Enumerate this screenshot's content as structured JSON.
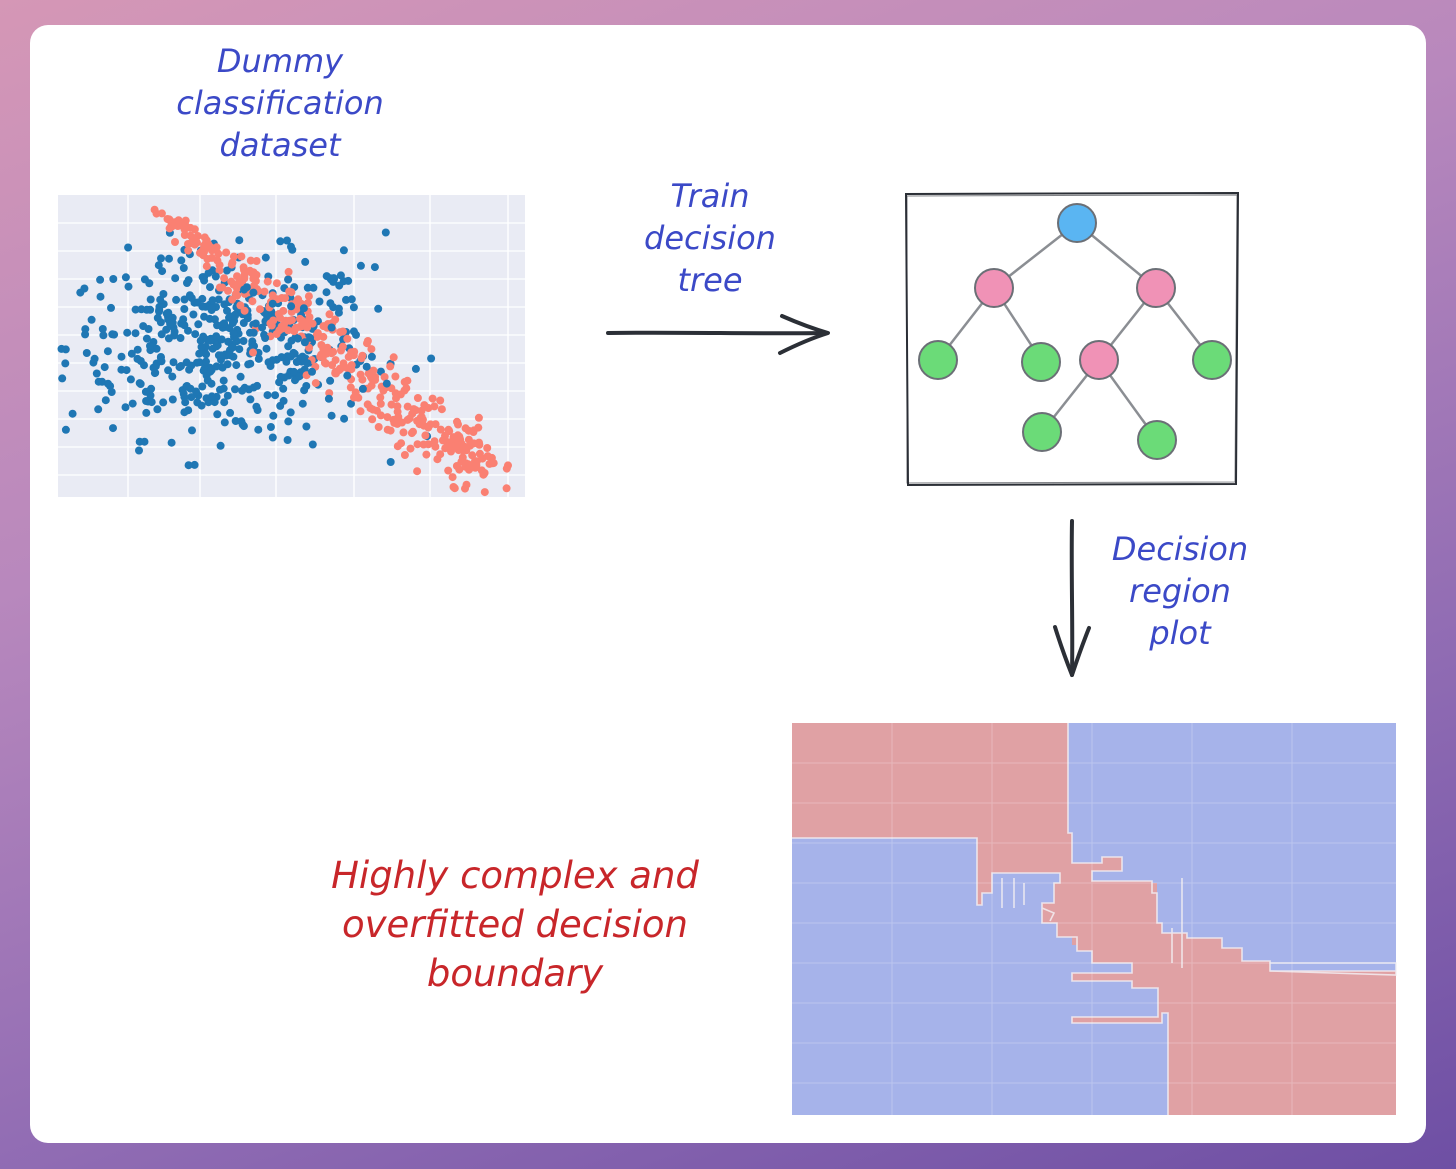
{
  "labels": {
    "dataset": "Dummy\nclassification\ndataset",
    "train": "Train\ndecision\ntree",
    "region": "Decision\nregion\nplot",
    "conclusion": "Highly complex and\noverfitted decision\nboundary"
  },
  "colors": {
    "label_blue": "#3b49c7",
    "label_red": "#c8262a",
    "class_a": "#1f77b4",
    "class_b": "#fa8072",
    "region_red": "#e0a1a4",
    "region_blue": "#a6b3ea",
    "tree_root": "#5ab5f2",
    "tree_internal": "#f092b6",
    "tree_leaf": "#6bdb78"
  },
  "tree": {
    "nodes": [
      {
        "id": "root",
        "kind": "root"
      },
      {
        "id": "left",
        "kind": "internal",
        "parent": "root"
      },
      {
        "id": "right",
        "kind": "internal",
        "parent": "root"
      },
      {
        "id": "left-leaf-1",
        "kind": "leaf",
        "parent": "left"
      },
      {
        "id": "left-leaf-2",
        "kind": "leaf",
        "parent": "left"
      },
      {
        "id": "right-mid",
        "kind": "internal",
        "parent": "right"
      },
      {
        "id": "right-leaf",
        "kind": "leaf",
        "parent": "right"
      },
      {
        "id": "mid-leaf-1",
        "kind": "leaf",
        "parent": "right-mid"
      },
      {
        "id": "mid-leaf-2",
        "kind": "leaf",
        "parent": "right-mid"
      }
    ]
  },
  "chart_data": [
    {
      "type": "scatter",
      "title": "",
      "xlabel": "",
      "ylabel": "",
      "grid": true,
      "series": [
        {
          "color": "#1f77b4",
          "center": [
            -1.2,
            0.2
          ],
          "spread": [
            1.1,
            0.9
          ],
          "count": 430
        },
        {
          "color": "#fa8072",
          "line_from": [
            -2.0,
            2.8
          ],
          "line_to": [
            2.6,
            -2.3
          ],
          "spread": 0.3,
          "count": 380
        }
      ]
    },
    {
      "type": "heatmap",
      "title": "",
      "description_colors": [
        "#e0a1a4",
        "#a6b3ea"
      ],
      "grid": true
    }
  ]
}
